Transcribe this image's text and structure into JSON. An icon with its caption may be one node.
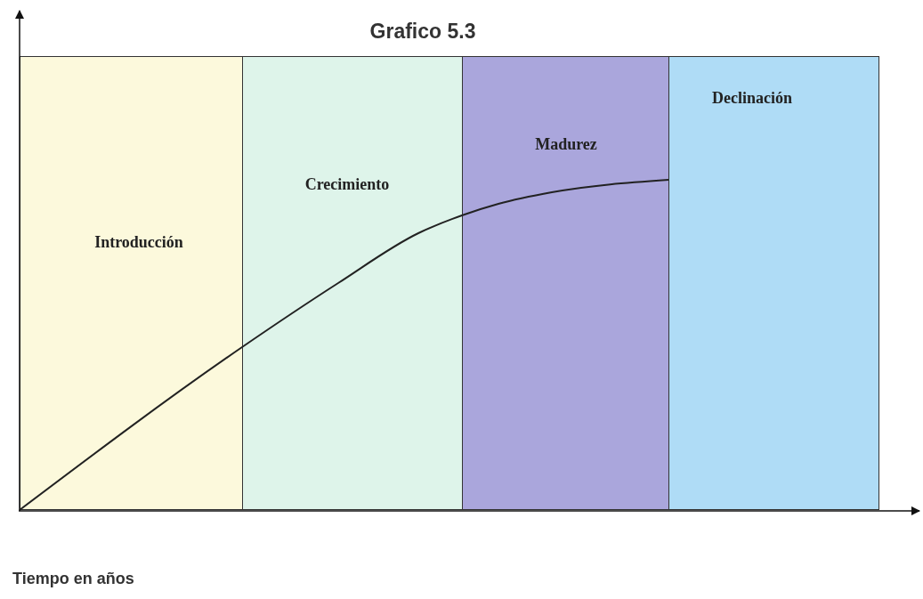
{
  "diagram": {
    "title": "Grafico 5.3",
    "nodes": [
      {
        "text": [
          "Introducción"
        ]
      },
      {
        "text": [
          "Crecimiento"
        ]
      },
      {
        "text": [
          "Madurez"
        ]
      },
      {
        "text": [
          "Declinación"
        ]
      }
    ],
    "labels": [
      "Tiempo en años"
    ]
  }
}
